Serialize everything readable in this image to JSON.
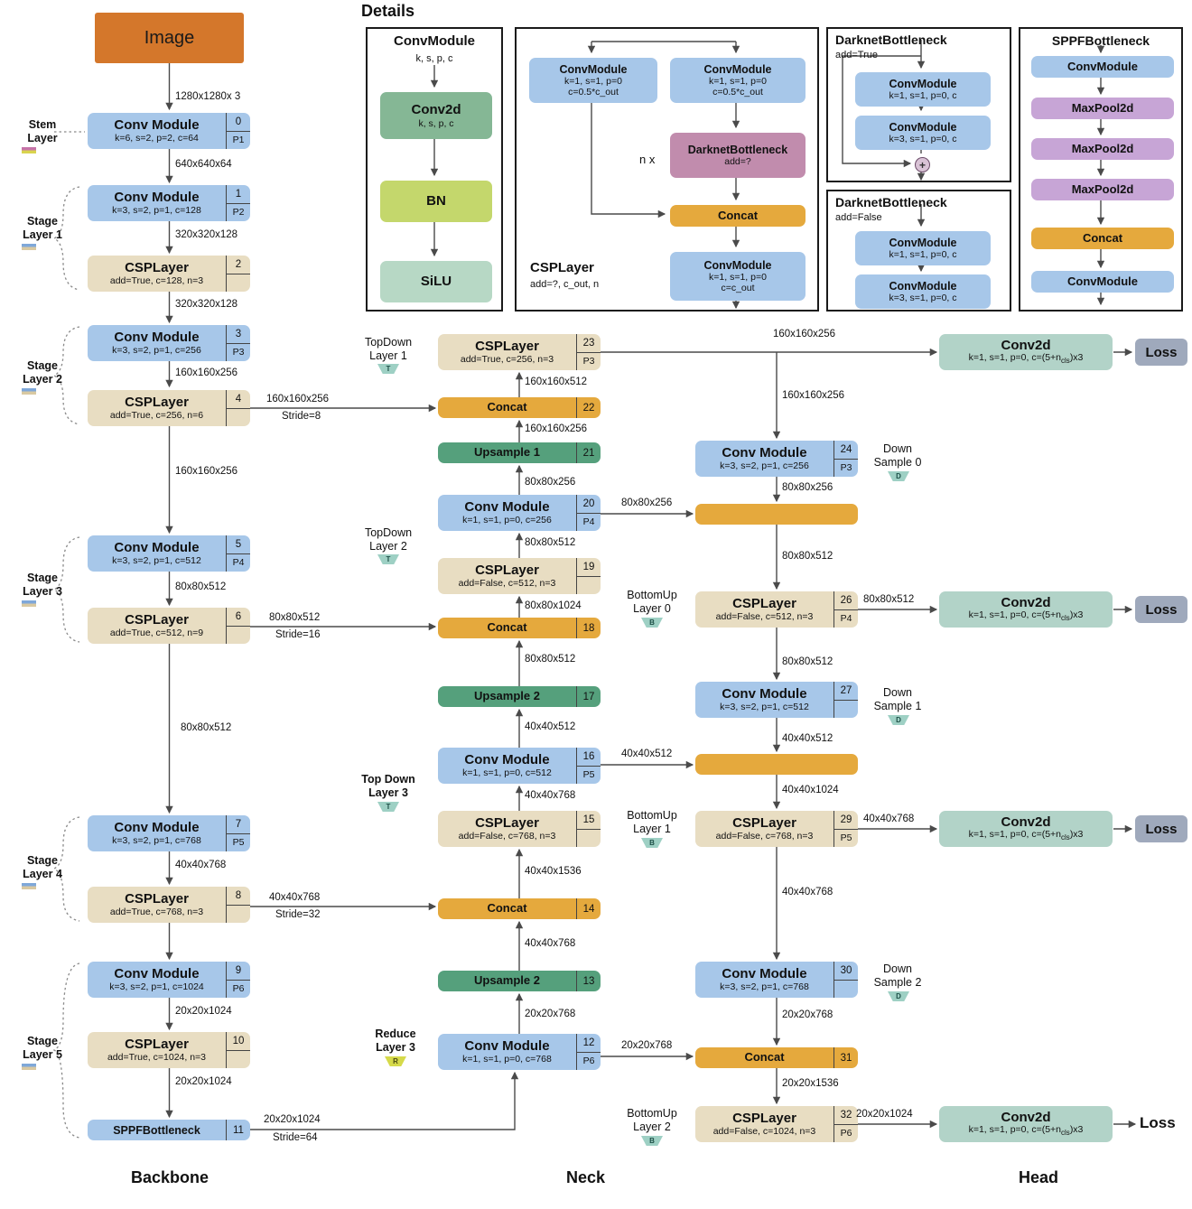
{
  "details_title": "Details",
  "footer": {
    "backbone": "Backbone",
    "neck": "Neck",
    "head": "Head"
  },
  "colors": {
    "conv_module": "#a7c7e9",
    "csp_layer": "#e8ddc2",
    "concat": "#e5a93d",
    "upsample": "#55a07c",
    "image": "#d4772b",
    "head_conv2d": "#b2d3c8",
    "loss": "#9fa9bc",
    "darknet_bottleneck": "#c18cad",
    "maxpool": "#c7a5d6",
    "conv2d": "#85b795",
    "bn": "#c4d76c",
    "silu": "#b7d8c5"
  },
  "details": {
    "convmodule": {
      "title": "ConvModule",
      "subtitle": "k, s, p, c",
      "conv2d_title": "Conv2d",
      "conv2d_sub": "k, s, p, c",
      "bn": "BN",
      "silu": "SiLU"
    },
    "csplayer": {
      "title": "CSPLayer",
      "subtitle": "add=?, c_out, n",
      "nx": "n x",
      "conv_left_title": "ConvModule",
      "conv_left_sub1": "k=1, s=1, p=0",
      "conv_left_sub2": "c=0.5*c_out",
      "conv_right_title": "ConvModule",
      "conv_right_sub1": "k=1, s=1, p=0",
      "conv_right_sub2": "c=0.5*c_out",
      "darknet_title": "DarknetBottleneck",
      "darknet_sub": "add=?",
      "concat": "Concat",
      "conv_out_title": "ConvModule",
      "conv_out_sub1": "k=1, s=1, p=0",
      "conv_out_sub2": "c=c_out"
    },
    "darknet_true": {
      "title": "DarknetBottleneck",
      "subtitle": "add=True",
      "conv1_title": "ConvModule",
      "conv1_sub": "k=1, s=1, p=0, c",
      "conv2_title": "ConvModule",
      "conv2_sub": "k=3, s=1, p=0, c",
      "plus": "+"
    },
    "darknet_false": {
      "title": "DarknetBottleneck",
      "subtitle": "add=False",
      "conv1_title": "ConvModule",
      "conv1_sub": "k=1, s=1, p=0, c",
      "conv2_title": "ConvModule",
      "conv2_sub": "k=3, s=1, p=0, c"
    },
    "sppf": {
      "title": "SPPFBottleneck",
      "conv_in": "ConvModule",
      "maxpool1": "MaxPool2d",
      "maxpool2": "MaxPool2d",
      "maxpool3": "MaxPool2d",
      "concat": "Concat",
      "conv_out": "ConvModule"
    }
  },
  "backbone": {
    "image_label": "Image",
    "nodes": [
      {
        "title": "Conv Module",
        "sub": "k=6, s=2, p=2, c=64",
        "idx": "0",
        "p": "P1"
      },
      {
        "title": "Conv Module",
        "sub": "k=3, s=2, p=1, c=128",
        "idx": "1",
        "p": "P2"
      },
      {
        "title": "CSPLayer",
        "sub": "add=True, c=128, n=3",
        "idx": "2",
        "p": ""
      },
      {
        "title": "Conv Module",
        "sub": "k=3, s=2, p=1, c=256",
        "idx": "3",
        "p": "P3"
      },
      {
        "title": "CSPLayer",
        "sub": "add=True, c=256, n=6",
        "idx": "4",
        "p": ""
      },
      {
        "title": "Conv Module",
        "sub": "k=3, s=2, p=1, c=512",
        "idx": "5",
        "p": "P4"
      },
      {
        "title": "CSPLayer",
        "sub": "add=True, c=512, n=9",
        "idx": "6",
        "p": ""
      },
      {
        "title": "Conv Module",
        "sub": "k=3, s=2, p=1, c=768",
        "idx": "7",
        "p": "P5"
      },
      {
        "title": "CSPLayer",
        "sub": "add=True, c=768, n=3",
        "idx": "8",
        "p": ""
      },
      {
        "title": "Conv Module",
        "sub": "k=3, s=2, p=1, c=1024",
        "idx": "9",
        "p": "P6"
      },
      {
        "title": "CSPLayer",
        "sub": "add=True, c=1024, n=3",
        "idx": "10",
        "p": ""
      },
      {
        "title": "SPPFBottleneck",
        "idx": "11"
      }
    ],
    "edges": [
      "1280x1280x 3",
      "640x640x64",
      "320x320x128",
      "320x320x128",
      "160x160x256",
      "160x160x256",
      "80x80x512",
      "80x80x512",
      "40x40x768",
      "20x20x1024",
      "20x20x1024"
    ],
    "stages": [
      {
        "a": "Stem",
        "b": "Layer"
      },
      {
        "a": "Stage",
        "b": "Layer 1"
      },
      {
        "a": "Stage",
        "b": "Layer 2"
      },
      {
        "a": "Stage",
        "b": "Layer 3"
      },
      {
        "a": "Stage",
        "b": "Layer 4"
      },
      {
        "a": "Stage",
        "b": "Layer 5"
      }
    ]
  },
  "bridges": [
    {
      "dim": "160x160x256",
      "stride": "Stride=8"
    },
    {
      "dim": "80x80x512",
      "stride": "Stride=16"
    },
    {
      "dim": "40x40x768",
      "stride": "Stride=32"
    },
    {
      "dim": "20x20x1024",
      "stride": "Stride=64"
    }
  ],
  "neck": {
    "topdown_nodes": [
      {
        "title": "CSPLayer",
        "sub": "add=True, c=256, n=3",
        "idx": "23",
        "p": "P3"
      },
      {
        "title": "Concat",
        "idx": "22"
      },
      {
        "title": "Upsample 1",
        "idx": "21"
      },
      {
        "title": "Conv Module",
        "sub": "k=1, s=1, p=0, c=256",
        "idx": "20",
        "p": "P4"
      },
      {
        "title": "CSPLayer",
        "sub": "add=False, c=512, n=3",
        "idx": "19",
        "p": ""
      },
      {
        "title": "Concat",
        "idx": "18"
      },
      {
        "title": "Upsample 2",
        "idx": "17"
      },
      {
        "title": "Conv Module",
        "sub": "k=1, s=1, p=0, c=512",
        "idx": "16",
        "p": "P5"
      },
      {
        "title": "CSPLayer",
        "sub": "add=False, c=768, n=3",
        "idx": "15",
        "p": ""
      },
      {
        "title": "Concat",
        "idx": "14"
      },
      {
        "title": "Upsample 2",
        "idx": "13"
      },
      {
        "title": "Conv Module",
        "sub": "k=1, s=1, p=0, c=768",
        "idx": "12",
        "p": "P6"
      }
    ],
    "topdown_edges": [
      "160x160x512",
      "160x160x256",
      "80x80x256",
      "80x80x512",
      "80x80x1024",
      "80x80x512",
      "40x40x512",
      "40x40x768",
      "40x40x1536",
      "40x40x768",
      "20x20x768"
    ],
    "bottomup_nodes": [
      {
        "title": "Conv Module",
        "sub": "k=3, s=2, p=1, c=256",
        "idx": "24",
        "p": "P3"
      },
      {
        "title": "CSPLayer",
        "sub": "add=False, c=512, n=3",
        "idx": "26",
        "p": "P4"
      },
      {
        "title": "Conv Module",
        "sub": "k=3, s=2, p=1, c=512",
        "idx": "27",
        "p": ""
      },
      {
        "title": "CSPLayer",
        "sub": "add=False, c=768, n=3",
        "idx": "29",
        "p": "P5"
      },
      {
        "title": "Conv Module",
        "sub": "k=3, s=2, p=1, c=768",
        "idx": "30",
        "p": ""
      },
      {
        "title": "Concat",
        "idx": "31"
      },
      {
        "title": "CSPLayer",
        "sub": "add=False, c=1024, n=3",
        "idx": "32",
        "p": "P6"
      }
    ],
    "bottomup_edges": [
      "160x160x256",
      "80x80x256",
      "80x80x512",
      "80x80x512",
      "40x40x512",
      "40x40x1024",
      "40x40x768",
      "20x20x768",
      "20x20x1536"
    ],
    "cross_edges": [
      "80x80x256",
      "40x40x512",
      "20x20x768"
    ],
    "head_edges": [
      "160x160x256",
      "80x80x512",
      "40x40x768",
      "20x20x1024"
    ],
    "side_labels": {
      "topdown1": {
        "a": "TopDown",
        "b": "Layer 1",
        "badge": "T"
      },
      "topdown2": {
        "a": "TopDown",
        "b": "Layer 2",
        "badge": "T"
      },
      "topdown3": {
        "a": "Top Down",
        "b": "Layer 3",
        "badge": "T"
      },
      "reduce3": {
        "a": "Reduce",
        "b": "Layer 3",
        "badge": "R"
      },
      "bottomup0": {
        "a": "BottomUp",
        "b": "Layer 0",
        "badge": "B"
      },
      "bottomup1": {
        "a": "BottomUp",
        "b": "Layer 1",
        "badge": "B"
      },
      "bottomup2": {
        "a": "BottomUp",
        "b": "Layer 2",
        "badge": "B"
      },
      "down0": {
        "a": "Down",
        "b": "Sample 0",
        "badge": "D"
      },
      "down1": {
        "a": "Down",
        "b": "Sample 1",
        "badge": "D"
      },
      "down2": {
        "a": "Down",
        "b": "Sample 2",
        "badge": "D"
      }
    }
  },
  "head": {
    "conv_title": "Conv2d",
    "conv_sub1": "k=1, s=1, p=0, c=(5+n",
    "conv_subscript": "cls",
    "conv_sub2": ")x3",
    "loss": "Loss"
  }
}
